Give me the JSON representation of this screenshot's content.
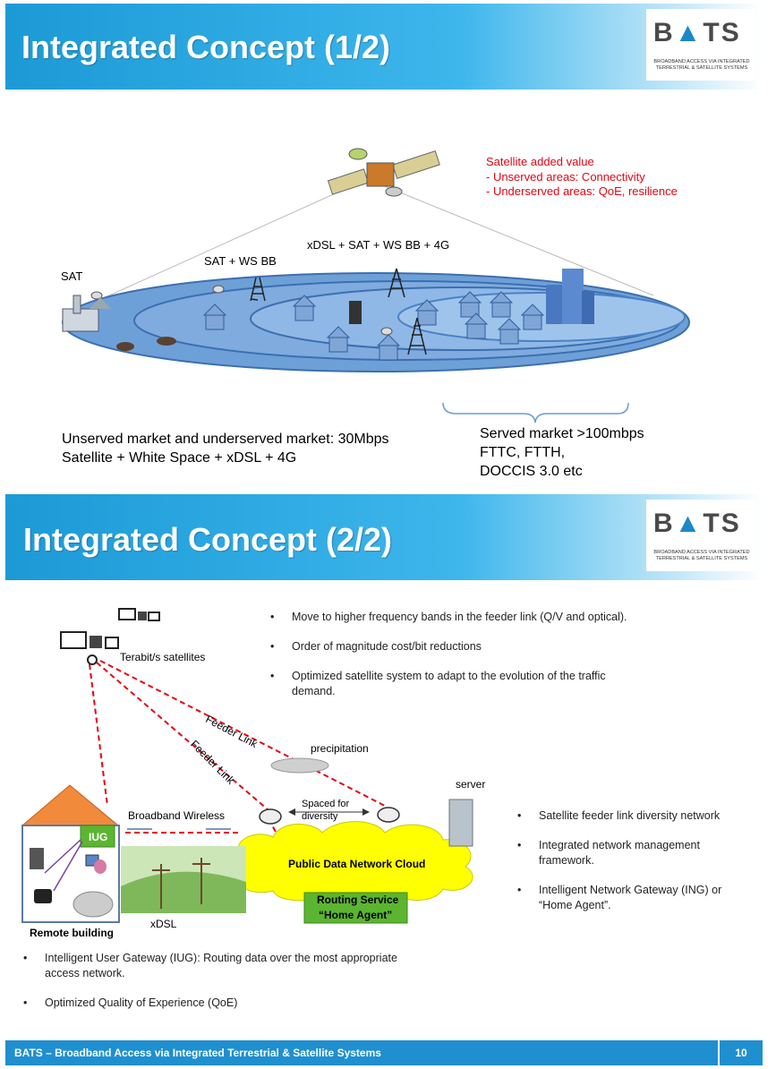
{
  "slide1": {
    "title": "Integrated Concept (1/2)",
    "logo": {
      "name": "BATS",
      "tagline": "BROADBAND ACCESS VIA INTEGRATED TERRESTRIAL & SATELLITE SYSTEMS"
    },
    "satellite_value": {
      "heading": "Satellite added value",
      "lines": [
        "- Unserved areas: Connectivity",
        "- Underserved areas: QoE, resilience"
      ]
    },
    "zone_labels": {
      "sat": "SAT",
      "sat_ws": "SAT + WS BB",
      "xdsl_mix": "xDSL + SAT + WS BB + 4G"
    },
    "unserved": {
      "line1": "Unserved market and underserved market: 30Mbps",
      "line2": "Satellite + White Space + xDSL + 4G"
    },
    "served": {
      "line1": "Served market >100mbps",
      "line2": "FTTC, FTTH,",
      "line3": "DOCCIS 3.0 etc"
    },
    "colors": {
      "heading_red": "#e30613",
      "ellipse_fill": "#6ea0d8",
      "ellipse_inner": "#8fb8e6"
    }
  },
  "slide2": {
    "title": "Integrated Concept (2/2)",
    "logo": {
      "name": "BATS",
      "tagline": "BROADBAND ACCESS VIA INTEGRATED TERRESTRIAL & SATELLITE SYSTEMS"
    },
    "top_bullets": [
      "Move to higher frequency bands in the feeder link (Q/V and optical).",
      "Order of magnitude cost/bit reductions",
      "Optimized satellite system to adapt to the evolution of the traffic demand."
    ],
    "right_bullets": [
      "Satellite feeder link diversity network",
      "Integrated network management framework.",
      "Intelligent Network Gateway (ING) or “Home Agent”."
    ],
    "bottom_bullets": [
      "Intelligent User Gateway (IUG): Routing data over the most appropriate access network.",
      "Optimized Quality of Experience (QoE)"
    ],
    "diagram": {
      "terabit": "Terabit/s satellites",
      "feeder1": "Feeder Link",
      "feeder2": "Feeder Link",
      "precipitation": "precipitation",
      "server": "server",
      "spaced": "Spaced for diversity",
      "broadband_wireless": "Broadband Wireless",
      "iug": "IUG",
      "cloud": "Public Data Network Cloud",
      "routing": "Routing Service",
      "home_agent": "“Home Agent”",
      "xdsl": "xDSL",
      "remote": "Remote building"
    },
    "colors": {
      "cloud": "#ffff00",
      "link_red": "#e30613",
      "green_box": "#5cb531",
      "roof": "#f28a3c"
    }
  },
  "footer": {
    "text": "BATS – Broadband Access via Integrated Terrestrial & Satellite Systems",
    "page": "10"
  }
}
